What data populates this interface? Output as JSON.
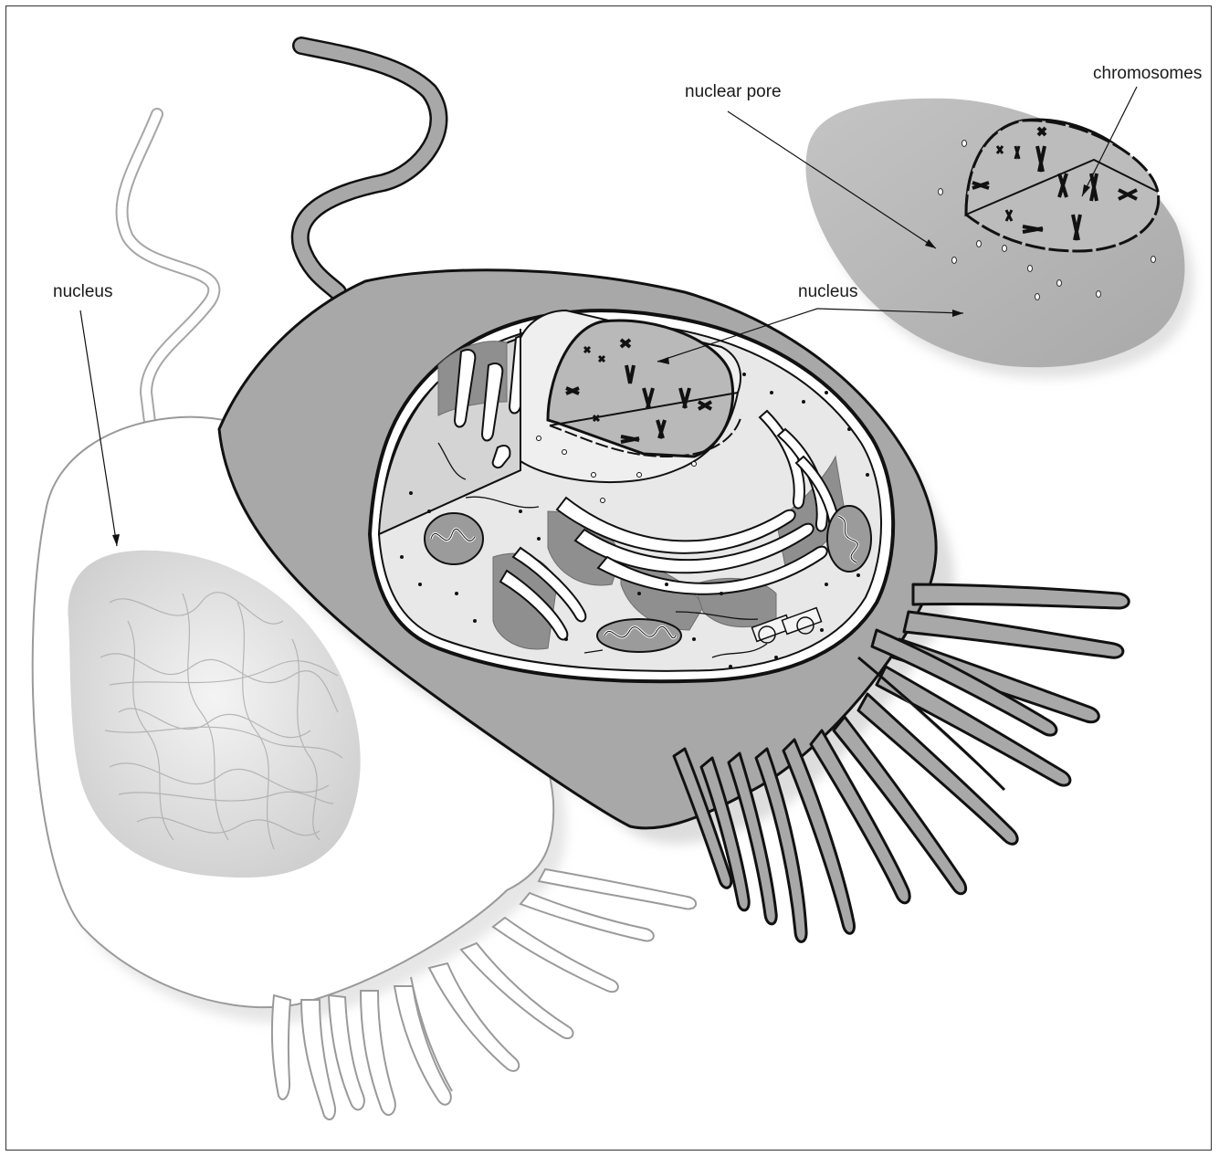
{
  "labels": {
    "nucleus_left": "nucleus",
    "nucleus_center": "nucleus",
    "nuclear_pore": "nuclear pore",
    "chromosomes": "chromosomes"
  },
  "colors": {
    "cell_body": "#a8a8a8",
    "cytoplasm_light": "#e6e6e6",
    "nucleus_shade": "#d9d9d9",
    "organelle_dark": "#8a8a8a",
    "outline": "#111111",
    "ghost_outline": "#9a9a9a"
  }
}
